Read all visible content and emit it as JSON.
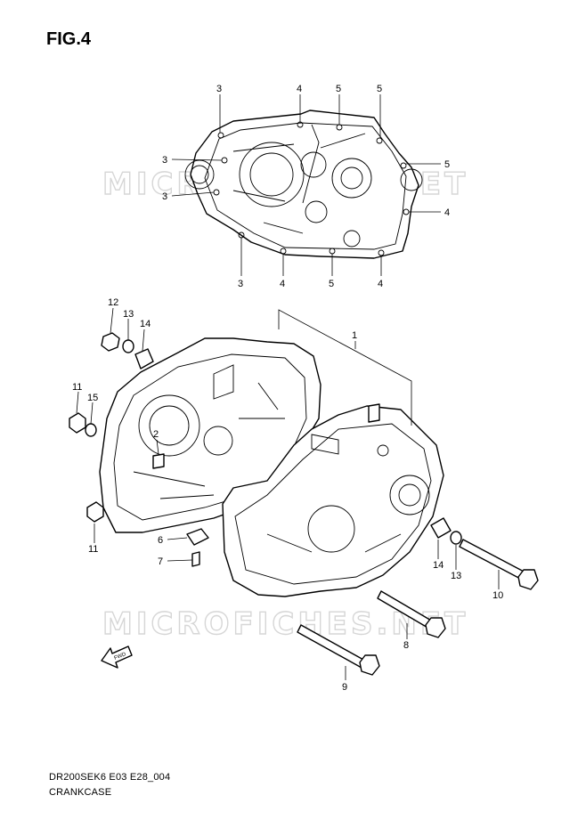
{
  "figure": {
    "title": "FIG.4",
    "footer_code": "DR200SEK6 E03 E28_004",
    "footer_name": "CRANKCASE",
    "fwd_label": "FWD",
    "watermark": "MICROFICHES.NET"
  },
  "callouts": {
    "top_plate": [
      "3",
      "4",
      "5",
      "5",
      "3",
      "5",
      "3",
      "4",
      "3",
      "4",
      "5",
      "4"
    ],
    "main_assembly": [
      "1",
      "12",
      "13",
      "14",
      "11",
      "15",
      "2",
      "11",
      "6",
      "7",
      "14",
      "13",
      "10",
      "8",
      "9"
    ]
  }
}
